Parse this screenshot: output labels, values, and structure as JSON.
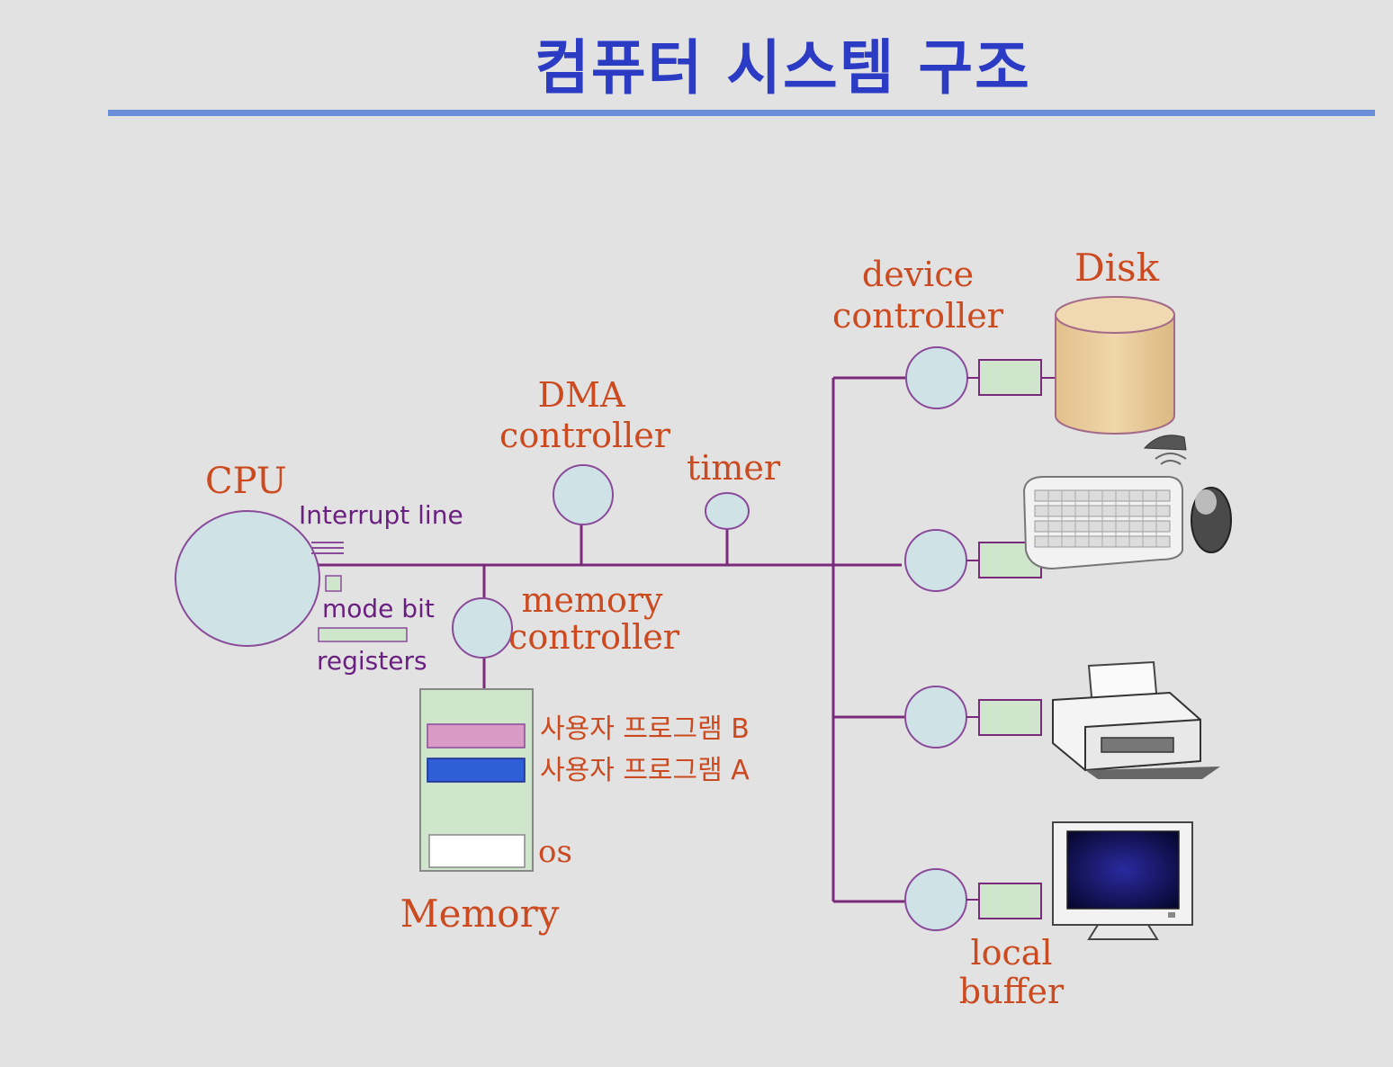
{
  "title": "컴퓨터 시스템 구조",
  "labels": {
    "cpu": "CPU",
    "interrupt_line": "Interrupt line",
    "mode_bit": "mode bit",
    "registers": "registers",
    "dma_line1": "DMA",
    "dma_line2": "controller",
    "timer": "timer",
    "memctrl_line1": "memory",
    "memctrl_line2": "controller",
    "user_program_b": "사용자 프로그램 B",
    "user_program_a": "사용자 프로그램 A",
    "os": "os",
    "memory": "Memory",
    "devctrl_line1": "device",
    "devctrl_line2": "controller",
    "disk": "Disk",
    "local_line1": "local",
    "local_line2": "buffer"
  },
  "devices": [
    "disk",
    "keyboard-mouse",
    "printer",
    "monitor"
  ],
  "colors": {
    "title": "#2b3bc4",
    "rule": "#6a8fd8",
    "bus": "#7a2a7a",
    "node_fill": "#cfe3e6",
    "node_stroke": "#8a4a9a",
    "buffer_fill": "#cfe5cc",
    "label_orange": "#cc4a1f",
    "label_purple": "#6a2080",
    "program_b": "#d99ac6",
    "program_a": "#2f5fd8",
    "disk_fill": "#e6c99a"
  }
}
